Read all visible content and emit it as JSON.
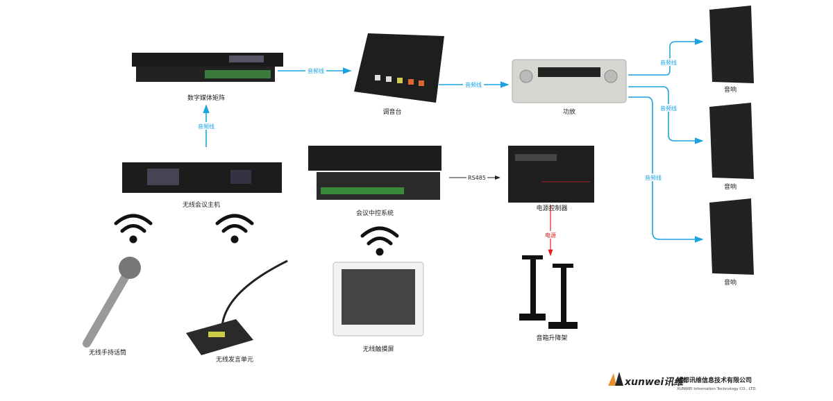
{
  "devices": {
    "matrix": "数字媒体矩阵",
    "mixer": "调音台",
    "amplifier": "功放",
    "speaker1": "音响",
    "speaker2": "音响",
    "speaker3": "音响",
    "host": "无线会议主机",
    "central_control": "会议中控系统",
    "power_controller": "电源控制器",
    "speaker_stand": "音箱升降架",
    "handheld_mic": "无线手持话筒",
    "speaking_unit": "无线发言单元",
    "touch_screen": "无线触摸屏"
  },
  "links": {
    "matrix_mixer": "音频线",
    "mixer_amp": "音频线",
    "host_matrix": "音频线",
    "amp_speaker1": "音频线",
    "amp_speaker2": "音频线",
    "amp_speaker3": "音频线",
    "rs485": "RS485",
    "power": "电源"
  },
  "logo": {
    "brand": "xunwei讯维",
    "company_cn": "成都讯维信息技术有限公司",
    "company_en": "XUNWEI Information Technology CO., LTD."
  },
  "colors": {
    "audio_line": "#1aa3e0",
    "power_line": "#e02020"
  }
}
